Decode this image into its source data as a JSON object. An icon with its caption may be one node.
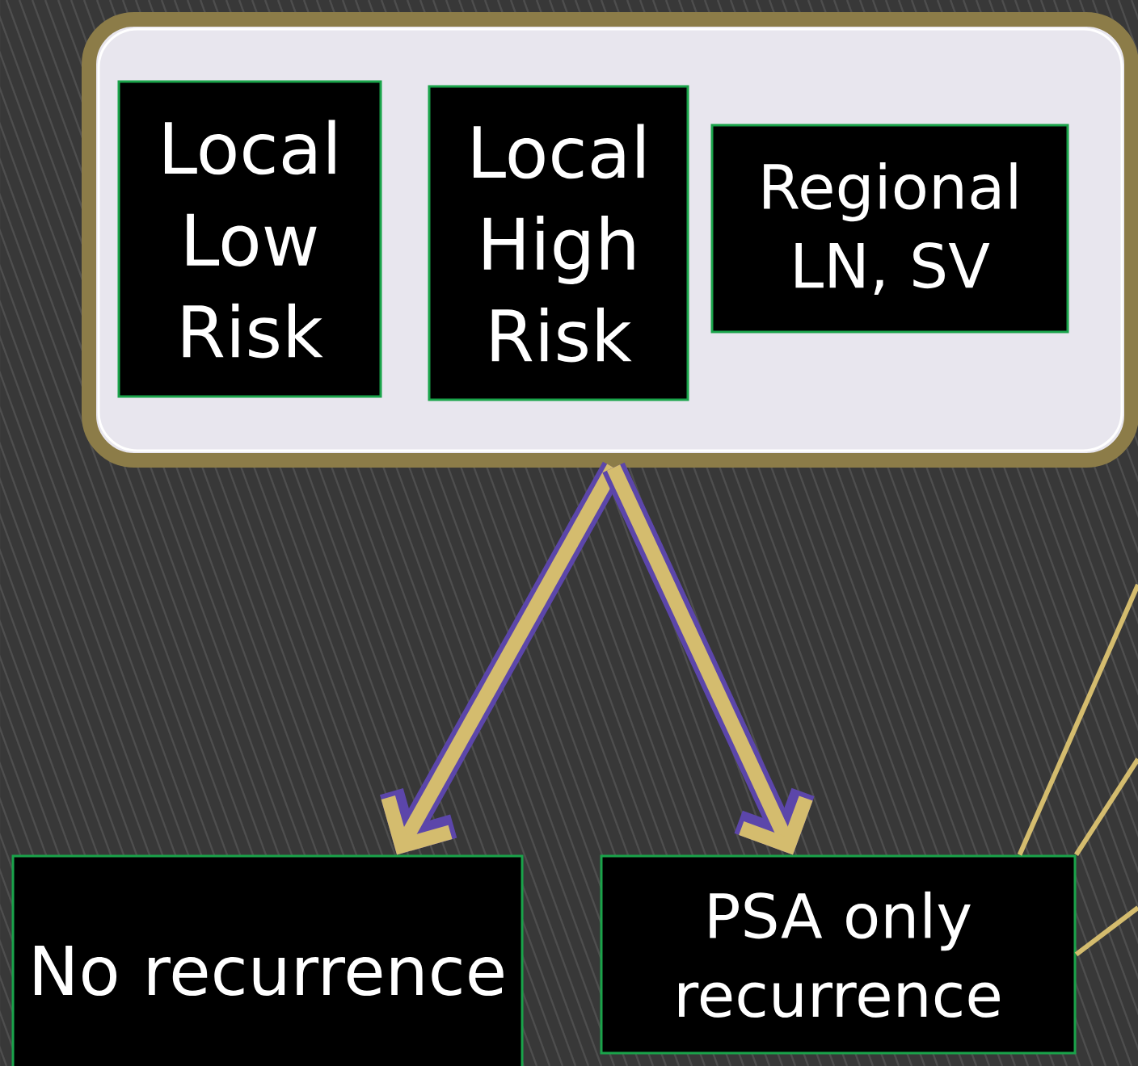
{
  "diagram": {
    "nodes": [
      {
        "text": [],
        "shape": "box"
      },
      {
        "text": [
          "Local Low Risk"
        ],
        "in": 0
      },
      {
        "text": [
          "Local High Risk"
        ],
        "in": 0
      },
      {
        "text": [
          "Regional LN, SV"
        ],
        "in": 0
      },
      {
        "text": [
          "No recurrence"
        ]
      },
      {
        "text": [
          "PSA only recurrence"
        ]
      }
    ],
    "edges": [
      {
        "from": 0,
        "to": 4,
        "arrow": "to",
        "style": "thick"
      },
      {
        "from": 0,
        "to": 5,
        "arrow": "to",
        "style": "thick"
      },
      {
        "from": 5,
        "to": null,
        "arrow": "none"
      },
      {
        "from": 5,
        "to": null,
        "arrow": "none"
      },
      {
        "from": 5,
        "to": null,
        "arrow": "none"
      }
    ]
  }
}
